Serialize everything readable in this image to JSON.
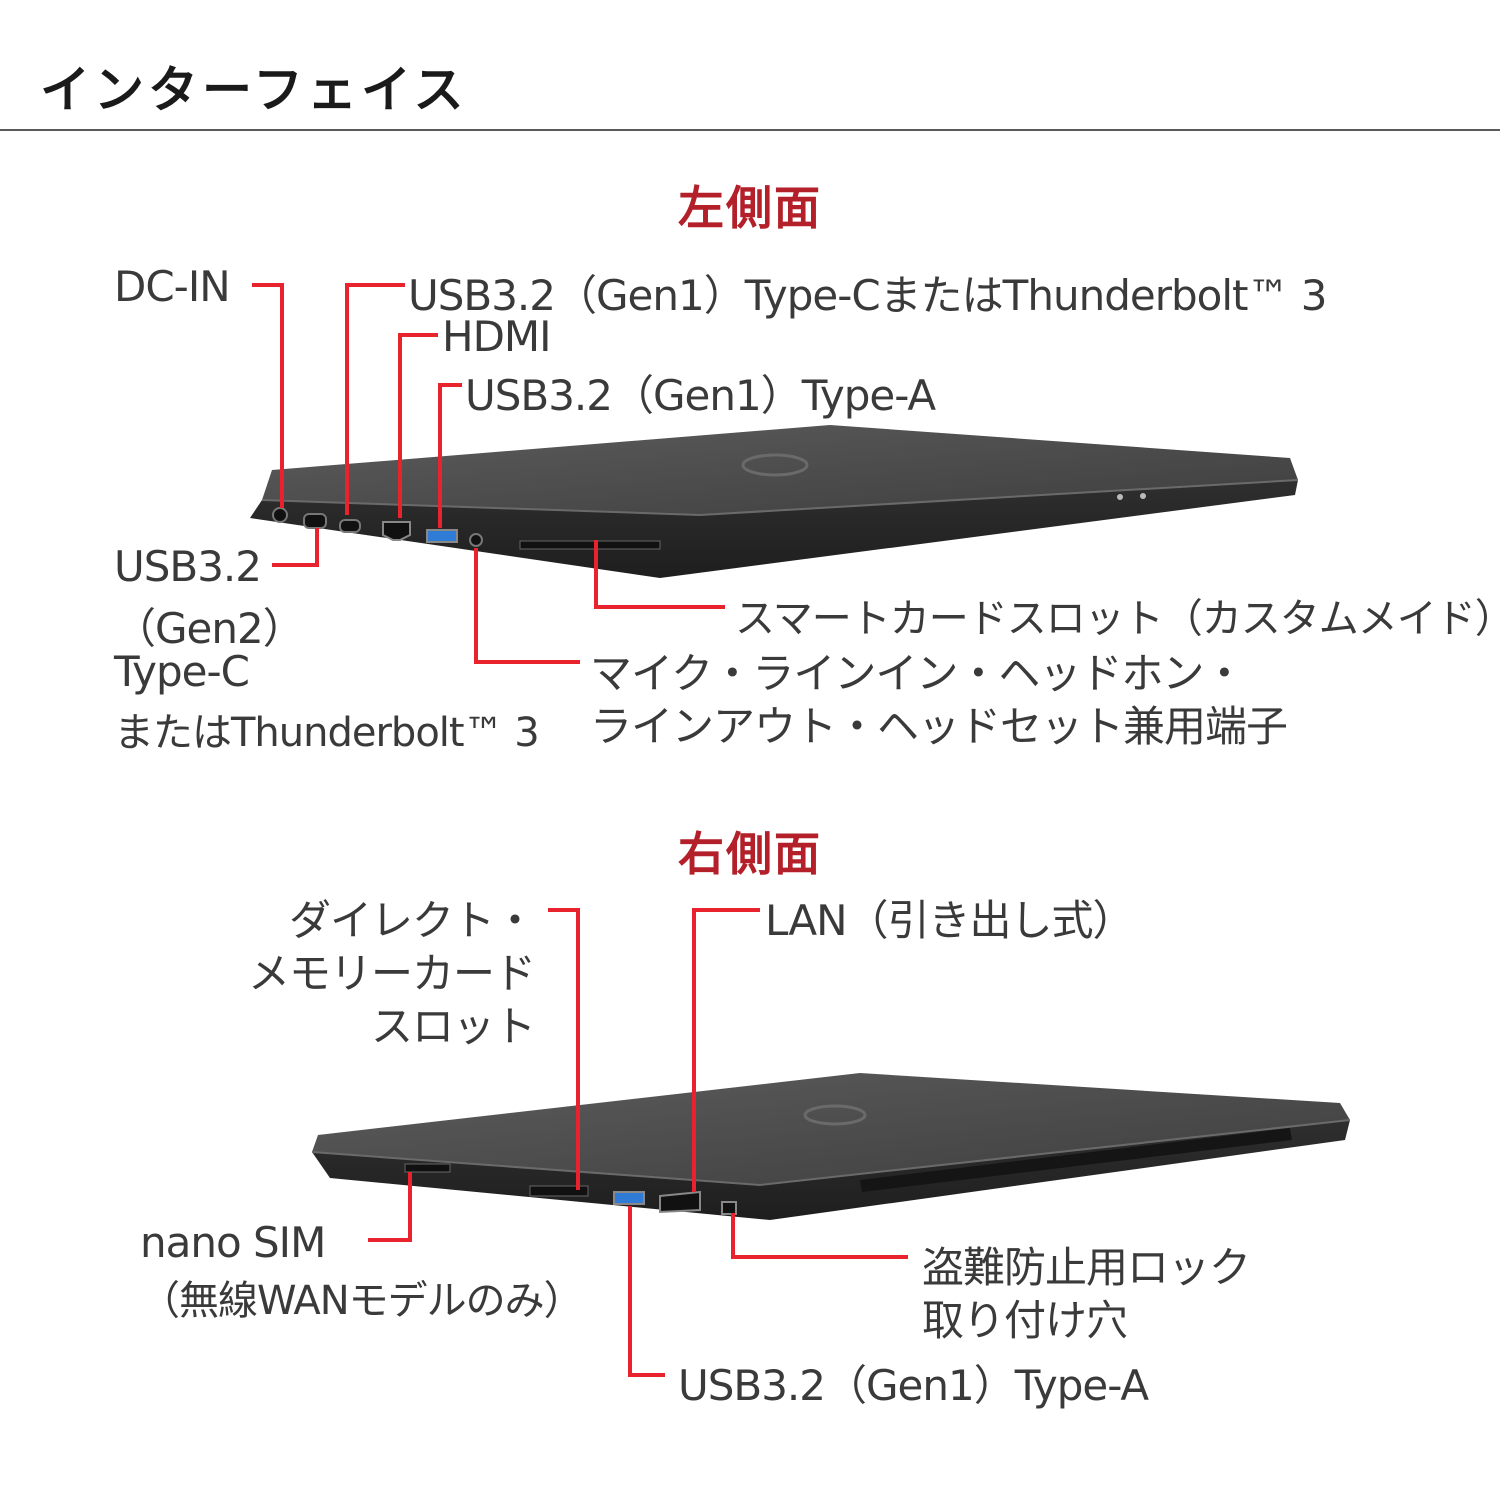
{
  "page": {
    "title": "インターフェイス"
  },
  "colors": {
    "accent": "#b3202a",
    "callout_line": "#e8232e",
    "laptop": "#4a4a4a"
  },
  "left_side": {
    "title": "左側面",
    "callouts": {
      "dc_in": "DC-IN",
      "usb_c_tb": "USB3.2（Gen1）Type-CまたはThunderbolt™ 3",
      "hdmi": "HDMI",
      "usb_a": "USB3.2（Gen1）Type-A",
      "usb_gen2": [
        "USB3.2",
        "（Gen2）",
        "Type-C",
        "またはThunderbolt™ 3"
      ],
      "smartcard": "スマートカードスロット（カスタムメイド）",
      "audio": [
        "マイク・ラインイン・ヘッドホン・",
        "ラインアウト・ヘッドセット兼用端子"
      ]
    }
  },
  "right_side": {
    "title": "右側面",
    "callouts": {
      "memory_card": [
        "ダイレクト・",
        "メモリーカード",
        "スロット"
      ],
      "lan": "LAN（引き出し式）",
      "nano_sim": [
        "nano SIM",
        "（無線WANモデルのみ）"
      ],
      "lock": [
        "盗難防止用ロック",
        "取り付け穴"
      ],
      "usb_a": "USB3.2（Gen1）Type-A"
    }
  }
}
